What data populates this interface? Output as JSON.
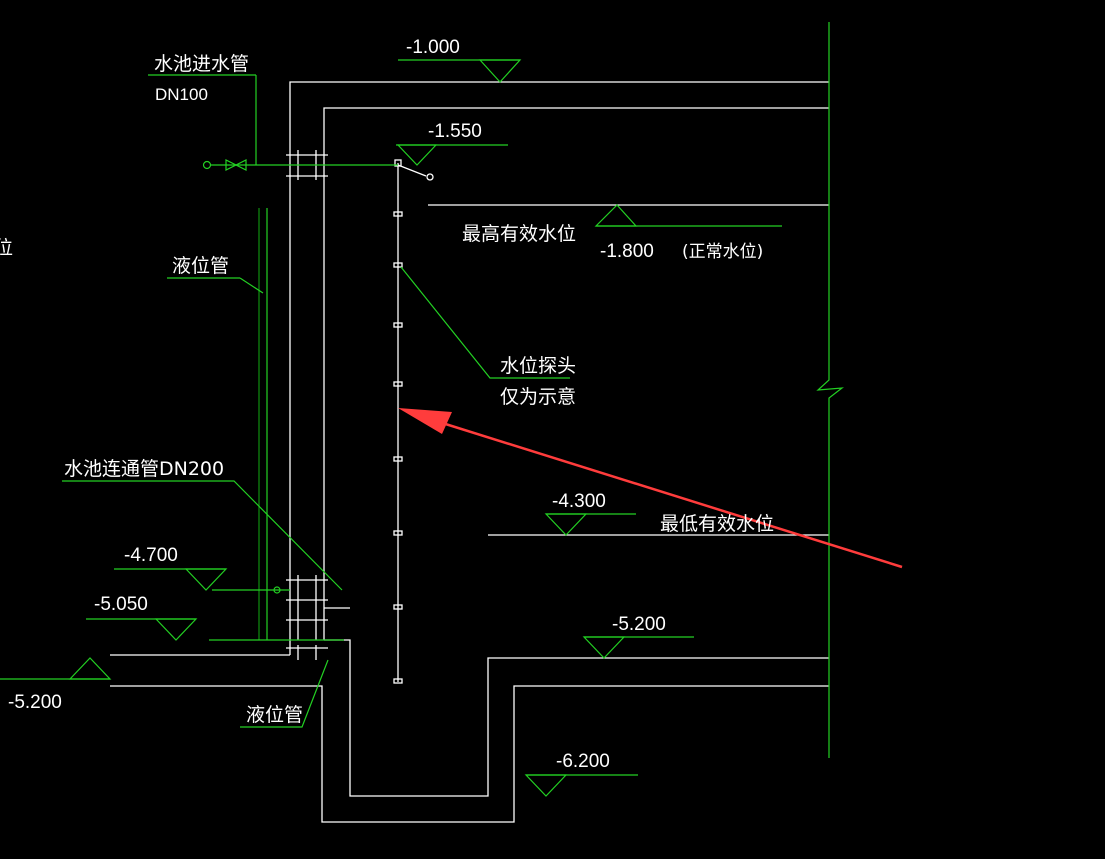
{
  "labels": {
    "inlet_pipe": "水池进水管",
    "inlet_size": "DN100",
    "level_pipe_top": "液位管",
    "level_pipe_bottom": "液位管",
    "connect_pipe": "水池连通管DN200",
    "max_level": "最高有效水位",
    "normal_level": "(正常水位)",
    "min_level": "最低有效水位",
    "probe_line1": "水位探头",
    "probe_line2": "仅为示意",
    "edge_char": "位"
  },
  "elevations": {
    "top": "-1.000",
    "inlet": "-1.550",
    "max": "-1.800",
    "min": "-4.300",
    "left_a": "-4.700",
    "left_b": "-5.050",
    "left_c": "-5.200",
    "floor": "-5.200",
    "sump": "-6.200"
  },
  "colors": {
    "background": "#000000",
    "structure": "#ffffff",
    "leader": "#23d023",
    "arrow": "#ff3c3c"
  }
}
